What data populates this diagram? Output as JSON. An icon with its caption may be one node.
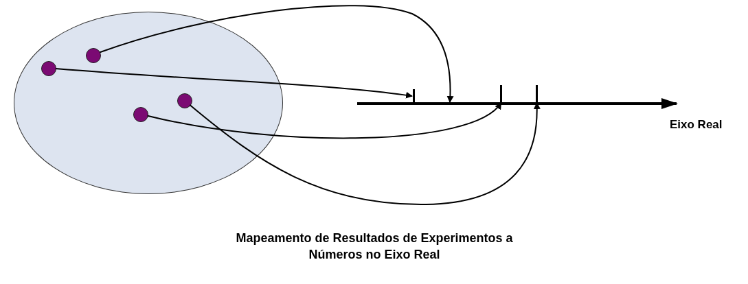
{
  "diagram": {
    "caption": "Mapeamento de Resultados de Experimentos a Números no Eixo Real",
    "nodes": [
      {
        "text": [],
        "shape": "ellipse"
      },
      {
        "text": [],
        "shape": "circle",
        "in": 0
      },
      {
        "text": [],
        "shape": "circle",
        "in": 0
      },
      {
        "text": [],
        "shape": "circle",
        "in": 0
      },
      {
        "text": [],
        "shape": "circle",
        "in": 0
      },
      {
        "text": [],
        "shape": "bar"
      },
      {
        "text": [],
        "shape": "bar"
      },
      {
        "text": [],
        "shape": "bar"
      }
    ],
    "edges": [
      {
        "from": 1,
        "to": 5,
        "arrow": "to"
      },
      {
        "from": 2,
        "to": null,
        "arrow": "to"
      },
      {
        "from": 3,
        "to": 6,
        "arrow": "to"
      },
      {
        "from": 4,
        "to": 7,
        "arrow": "to"
      }
    ],
    "labels": [
      "Eixo Real"
    ]
  }
}
